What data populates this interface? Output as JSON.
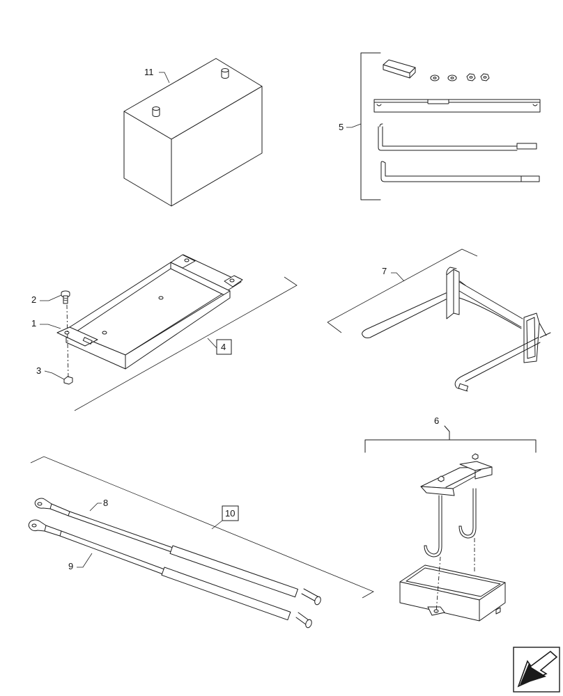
{
  "callouts": {
    "c1": "1",
    "c2": "2",
    "c3": "3",
    "c4": "4",
    "c5": "5",
    "c6": "6",
    "c7": "7",
    "c8": "8",
    "c9": "9",
    "c10": "10",
    "c11": "11"
  },
  "nav_icon": "arrow-back-icon"
}
